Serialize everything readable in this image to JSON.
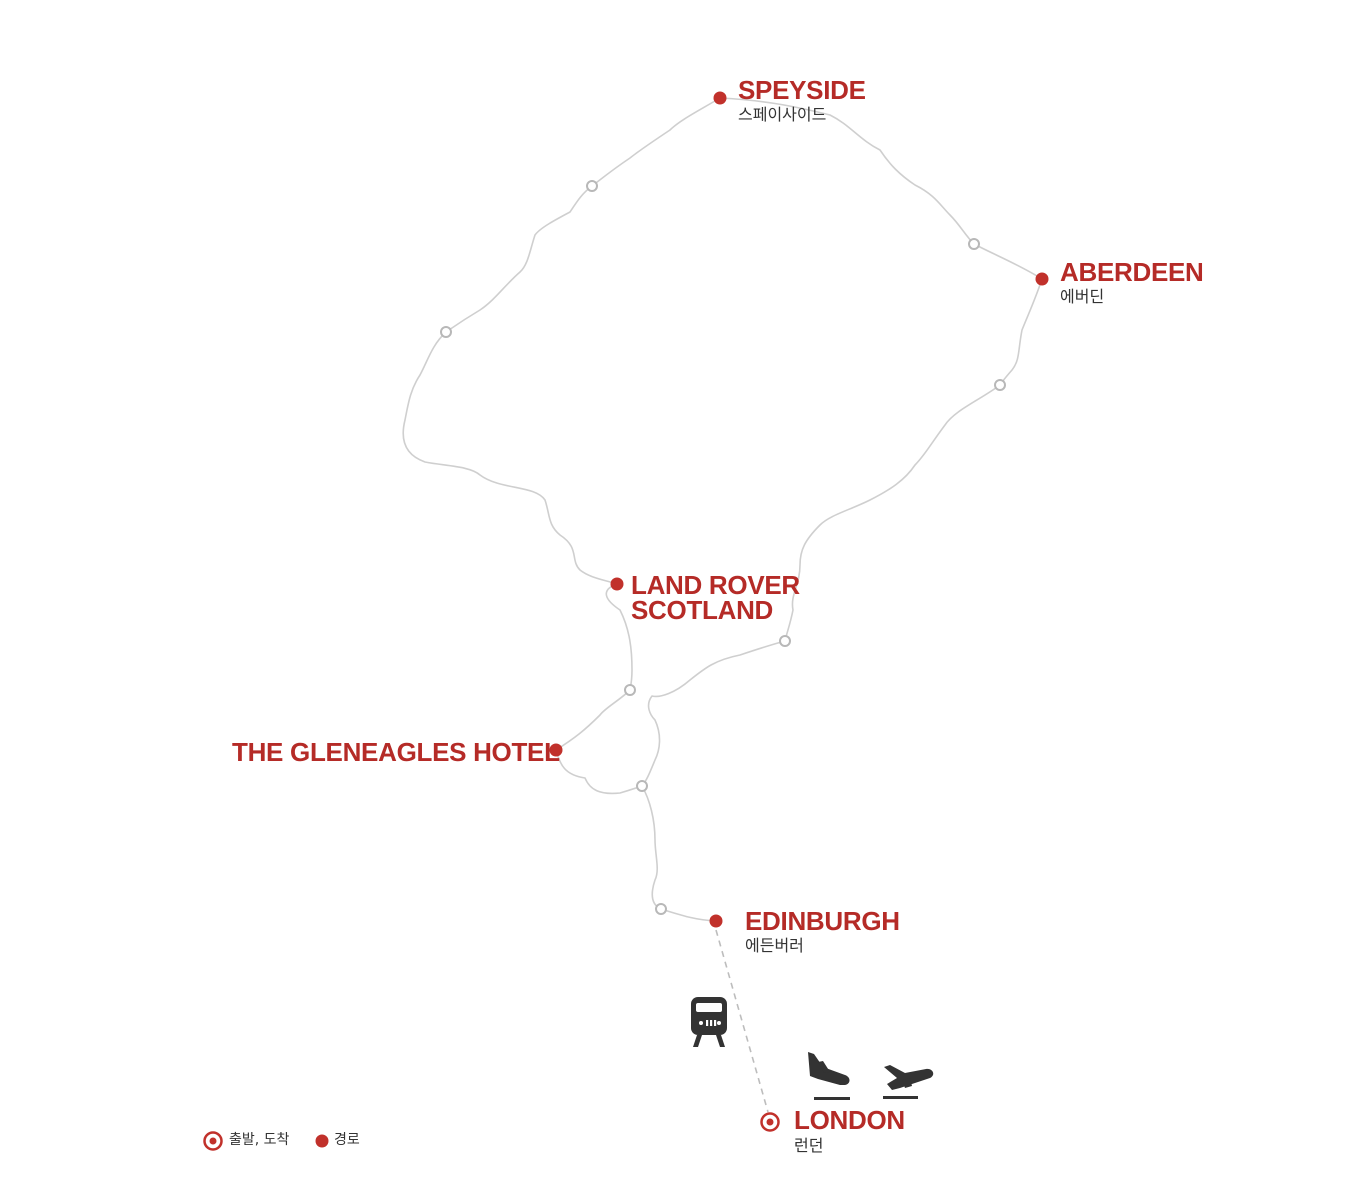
{
  "colors": {
    "route": "#cfcfcf",
    "stop": "#c1312b",
    "label": "#b52b27",
    "icon": "#333333"
  },
  "stops": {
    "speyside": {
      "name": "SPEYSIDE",
      "korean": "스페이사이드"
    },
    "aberdeen": {
      "name": "ABERDEEN",
      "korean": "에버딘"
    },
    "land_rover": {
      "name_line1": "LAND ROVER",
      "name_line2": "SCOTLAND"
    },
    "gleneagles": {
      "name": "THE GLENEAGLES HOTEL"
    },
    "edinburgh": {
      "name": "EDINBURGH",
      "korean": "에든버러"
    },
    "london": {
      "name": "LONDON",
      "korean": "런던"
    }
  },
  "icons": {
    "train": "train-icon",
    "arrival": "plane-landing-icon",
    "departure": "plane-takeoff-icon"
  },
  "legend": {
    "start_end": "출발, 도착",
    "route": "경로"
  }
}
